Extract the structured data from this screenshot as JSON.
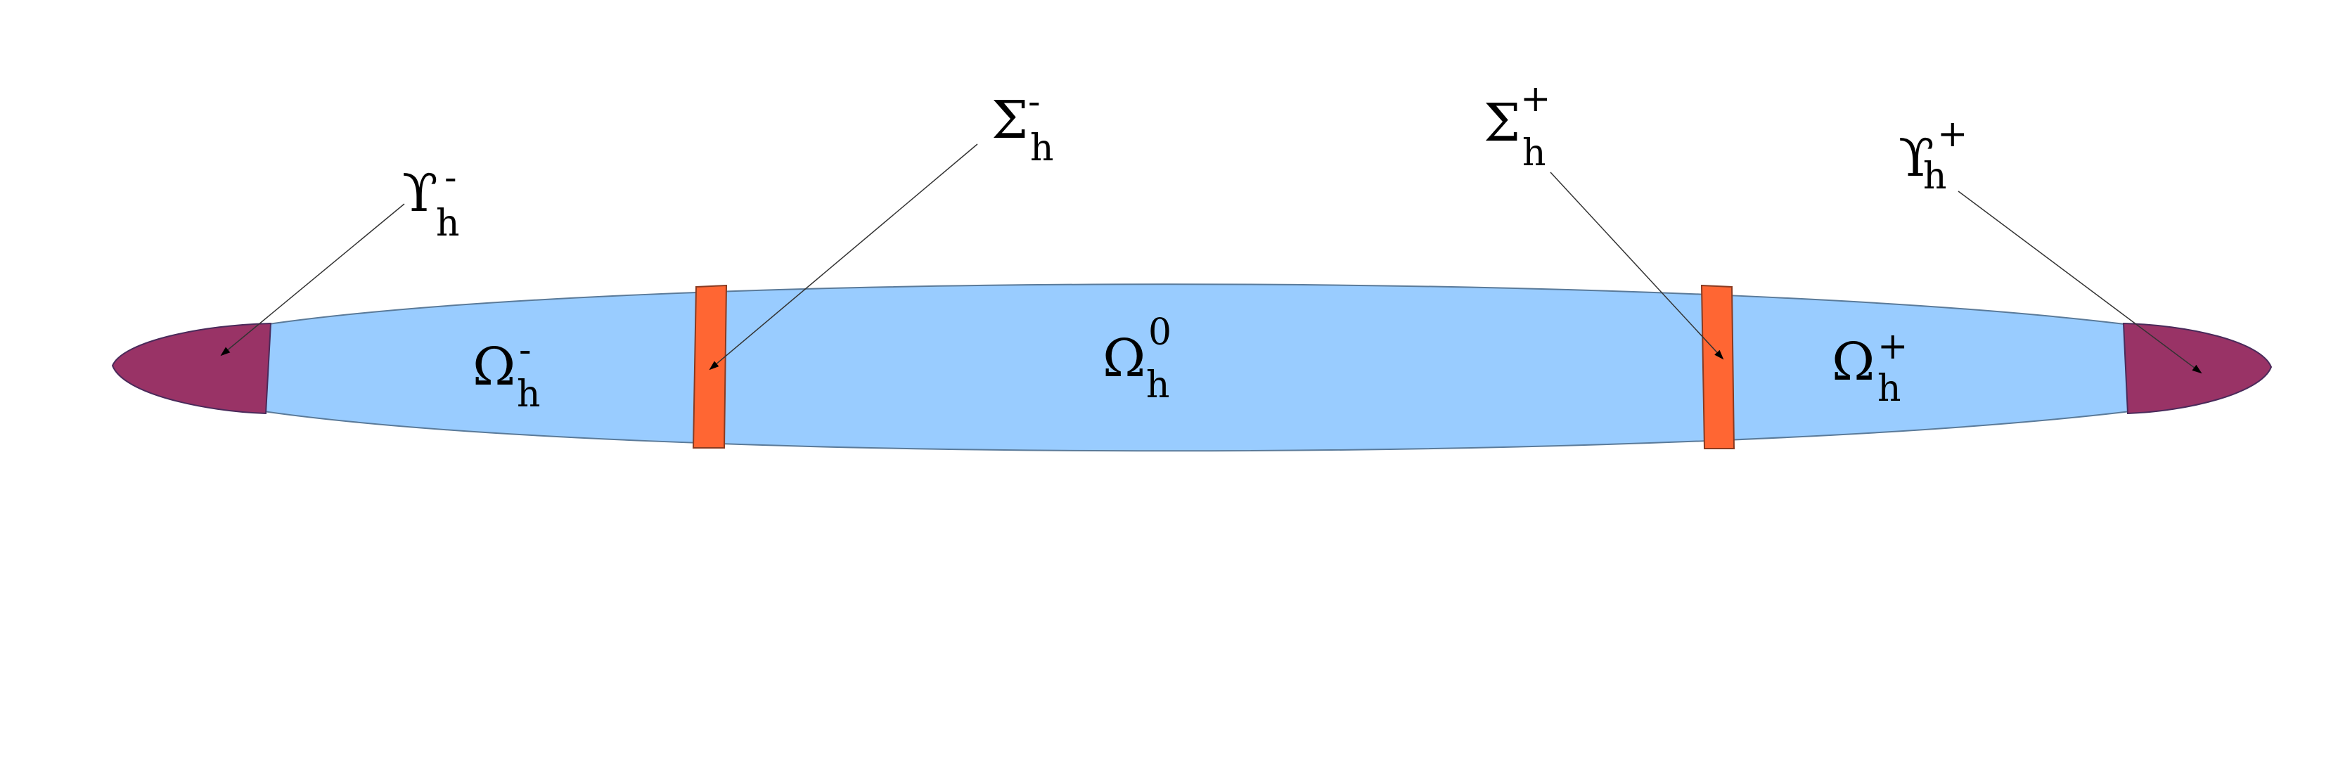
{
  "colors": {
    "background": "#ffffff",
    "domain_fill": "#99ccff",
    "domain_stroke": "#5a7a99",
    "interface_fill": "#ff6633",
    "boundary_fill": "#993366",
    "leader_line": "#333333"
  },
  "labels": {
    "omega_minus": {
      "symbol": "Ω",
      "sub": "h",
      "sup": "-"
    },
    "omega_zero": {
      "symbol": "Ω",
      "sub": "h",
      "sup": "0"
    },
    "omega_plus": {
      "symbol": "Ω",
      "sub": "h",
      "sup": "+"
    },
    "sigma_minus": {
      "symbol": "Σ",
      "sub": "h",
      "sup": "-"
    },
    "sigma_plus": {
      "symbol": "Σ",
      "sub": "h",
      "sup": "+"
    },
    "upsilon_minus": {
      "symbol": "ϒ",
      "sub": "h",
      "sup": "-"
    },
    "upsilon_plus": {
      "symbol": "ϒ",
      "sub": "h",
      "sup": "+"
    }
  }
}
